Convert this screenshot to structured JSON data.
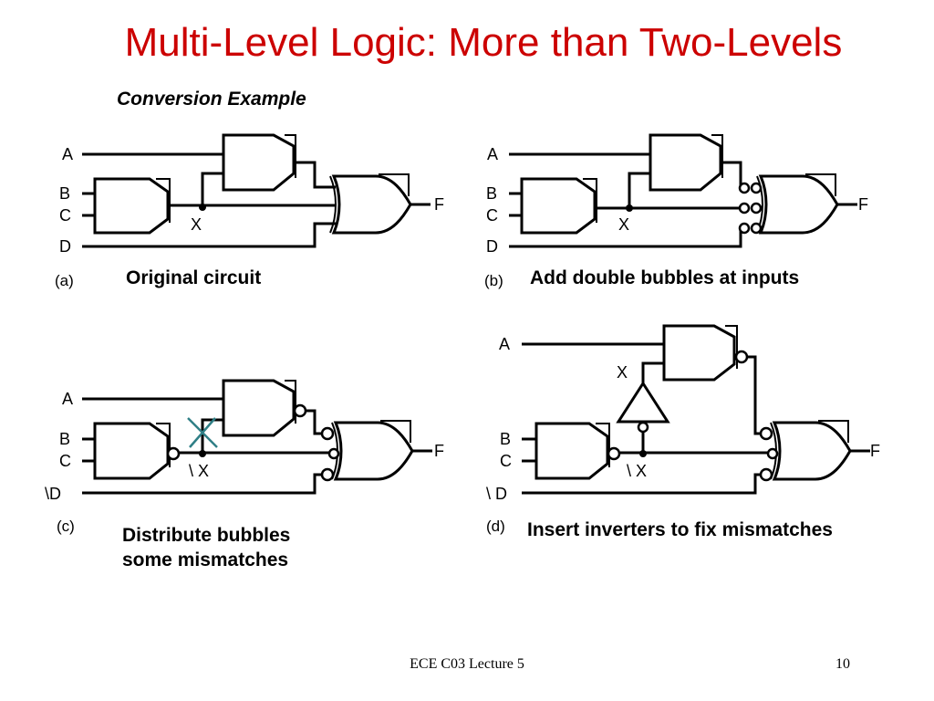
{
  "slide": {
    "title": "Multi-Level Logic: More than Two-Levels",
    "subtitle": "Conversion Example",
    "footer": "ECE C03 Lecture 5",
    "page_number": "10"
  },
  "panel_a": {
    "id": "(a)",
    "caption": "Original circuit",
    "inputs": [
      "A",
      "B",
      "C",
      "D"
    ],
    "node": "X",
    "output": "F"
  },
  "panel_b": {
    "id": "(b)",
    "caption": "Add double bubbles at inputs",
    "inputs": [
      "A",
      "B",
      "C",
      "D"
    ],
    "node": "X",
    "output": "F"
  },
  "panel_c": {
    "id": "(c)",
    "caption_line1": "Distribute bubbles",
    "caption_line2": "some mismatches",
    "inputs": [
      "A",
      "B",
      "C",
      "\\D"
    ],
    "node": "\\ X",
    "output": "F"
  },
  "panel_d": {
    "id": "(d)",
    "caption": "Insert inverters to fix mismatches",
    "inputs": [
      "A",
      "B",
      "C",
      "\\ D"
    ],
    "inverter_label": "X",
    "node": "\\ X",
    "output": "F"
  },
  "colors": {
    "title": "#cc0000",
    "wire": "#000000",
    "cross_mark": "#2f7f86"
  }
}
